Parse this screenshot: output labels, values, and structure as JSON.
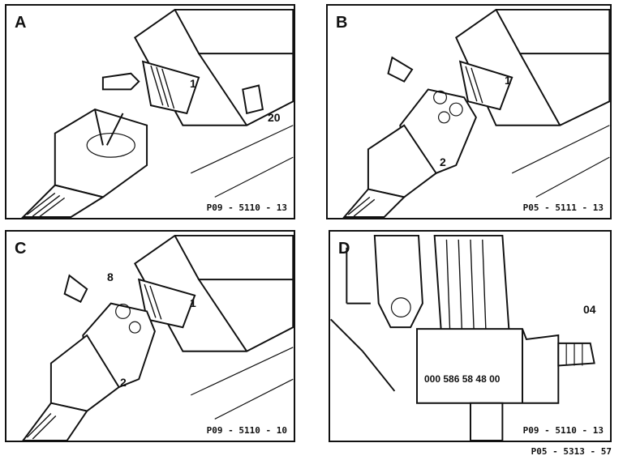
{
  "panels": [
    {
      "letter": "A",
      "code": "P09 - 5110 - 13",
      "callouts": [
        "1",
        "20"
      ]
    },
    {
      "letter": "B",
      "code": "P05 - 5111 - 13",
      "callouts": [
        "1",
        "2"
      ]
    },
    {
      "letter": "C",
      "code": "P09 - 5110 - 10",
      "callouts": [
        "8",
        "1",
        "2"
      ]
    },
    {
      "letter": "D",
      "code": "P09 - 5110 - 13",
      "callouts": [
        "04",
        "000 586 58 48 00"
      ]
    }
  ],
  "figure_code": "P05 - 5313 - 57"
}
